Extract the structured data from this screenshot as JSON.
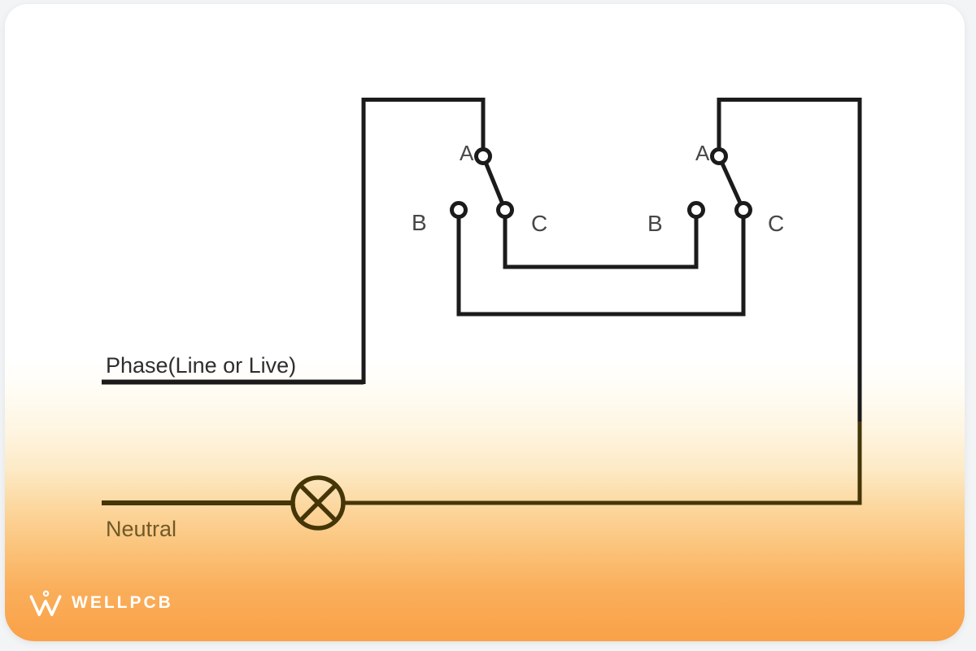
{
  "diagram": {
    "phase_label": "Phase(Line or Live)",
    "neutral_label": "Neutral",
    "switch1": {
      "a": "A",
      "b": "B",
      "c": "C"
    },
    "switch2": {
      "a": "A",
      "b": "B",
      "c": "C"
    },
    "colors": {
      "wire": "#1b1b1b",
      "neutral_wire": "#453608",
      "terminal_stroke": "#1b1b1b",
      "label": "#474747",
      "phase_label_color": "#2e2e2e",
      "neutral_label_color": "#6f5a28"
    }
  },
  "branding": {
    "logo_text": "WELLPCB",
    "logo_color": "#ffffff",
    "accent_orange": "#f9a148"
  }
}
